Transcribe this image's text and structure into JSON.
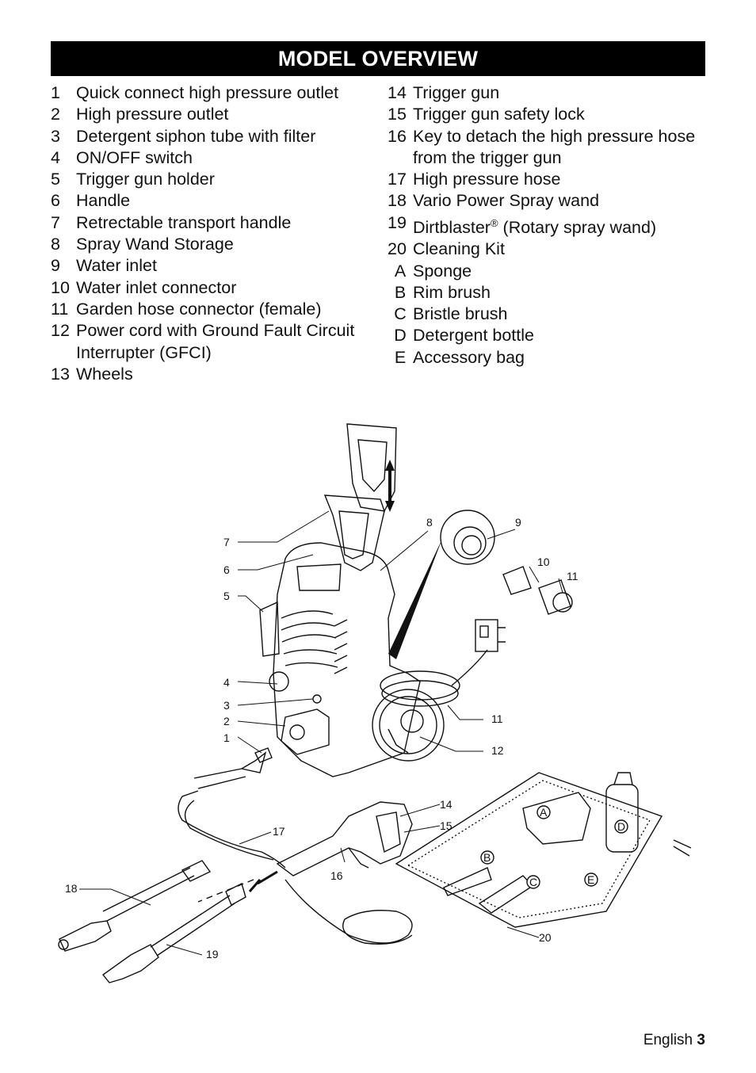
{
  "header": {
    "title": "MODEL OVERVIEW"
  },
  "left_items": [
    {
      "num": "1",
      "text": "Quick connect high pressure outlet"
    },
    {
      "num": "2",
      "text": "High pressure outlet"
    },
    {
      "num": "3",
      "text": "Detergent siphon tube with filter"
    },
    {
      "num": "4",
      "text": "ON/OFF switch"
    },
    {
      "num": "5",
      "text": "Trigger gun holder"
    },
    {
      "num": "6",
      "text": "Handle"
    },
    {
      "num": "7",
      "text": "Retrectable transport handle"
    },
    {
      "num": "8",
      "text": "Spray Wand Storage"
    },
    {
      "num": "9",
      "text": "Water inlet"
    },
    {
      "num": "10",
      "text": "Water inlet connector"
    },
    {
      "num": "11",
      "text": "Garden hose connector (female)"
    },
    {
      "num": "12",
      "text": "Power cord with Ground Fault Circuit Interrupter (GFCI)"
    },
    {
      "num": "13",
      "text": "Wheels"
    }
  ],
  "right_items": [
    {
      "num": "14",
      "text": "Trigger gun"
    },
    {
      "num": "15",
      "text": "Trigger gun safety lock"
    },
    {
      "num": "16",
      "text": "Key to detach the high pressure hose from the trigger gun"
    },
    {
      "num": "17",
      "text": "High pressure hose"
    },
    {
      "num": "18",
      "text": "Vario Power Spray wand"
    },
    {
      "num": "19",
      "text_before": "Dirtblaster",
      "sup": "®",
      "text_after": " (Rotary spray wand)"
    },
    {
      "num": "20",
      "text": "Cleaning Kit"
    },
    {
      "num": "A",
      "text": "Sponge"
    },
    {
      "num": "B",
      "text": "Rim brush"
    },
    {
      "num": "C",
      "text": "Bristle brush"
    },
    {
      "num": "D",
      "text": "Detergent bottle"
    },
    {
      "num": "E",
      "text": "Accessory bag"
    }
  ],
  "diagram": {
    "callouts": [
      "1",
      "2",
      "3",
      "4",
      "5",
      "6",
      "7",
      "8",
      "9",
      "10",
      "11",
      "11",
      "12",
      "14",
      "15",
      "16",
      "17",
      "18",
      "19",
      "20"
    ],
    "letters": [
      "A",
      "B",
      "C",
      "D",
      "E"
    ]
  },
  "footer": {
    "language": "English",
    "page": "3"
  }
}
